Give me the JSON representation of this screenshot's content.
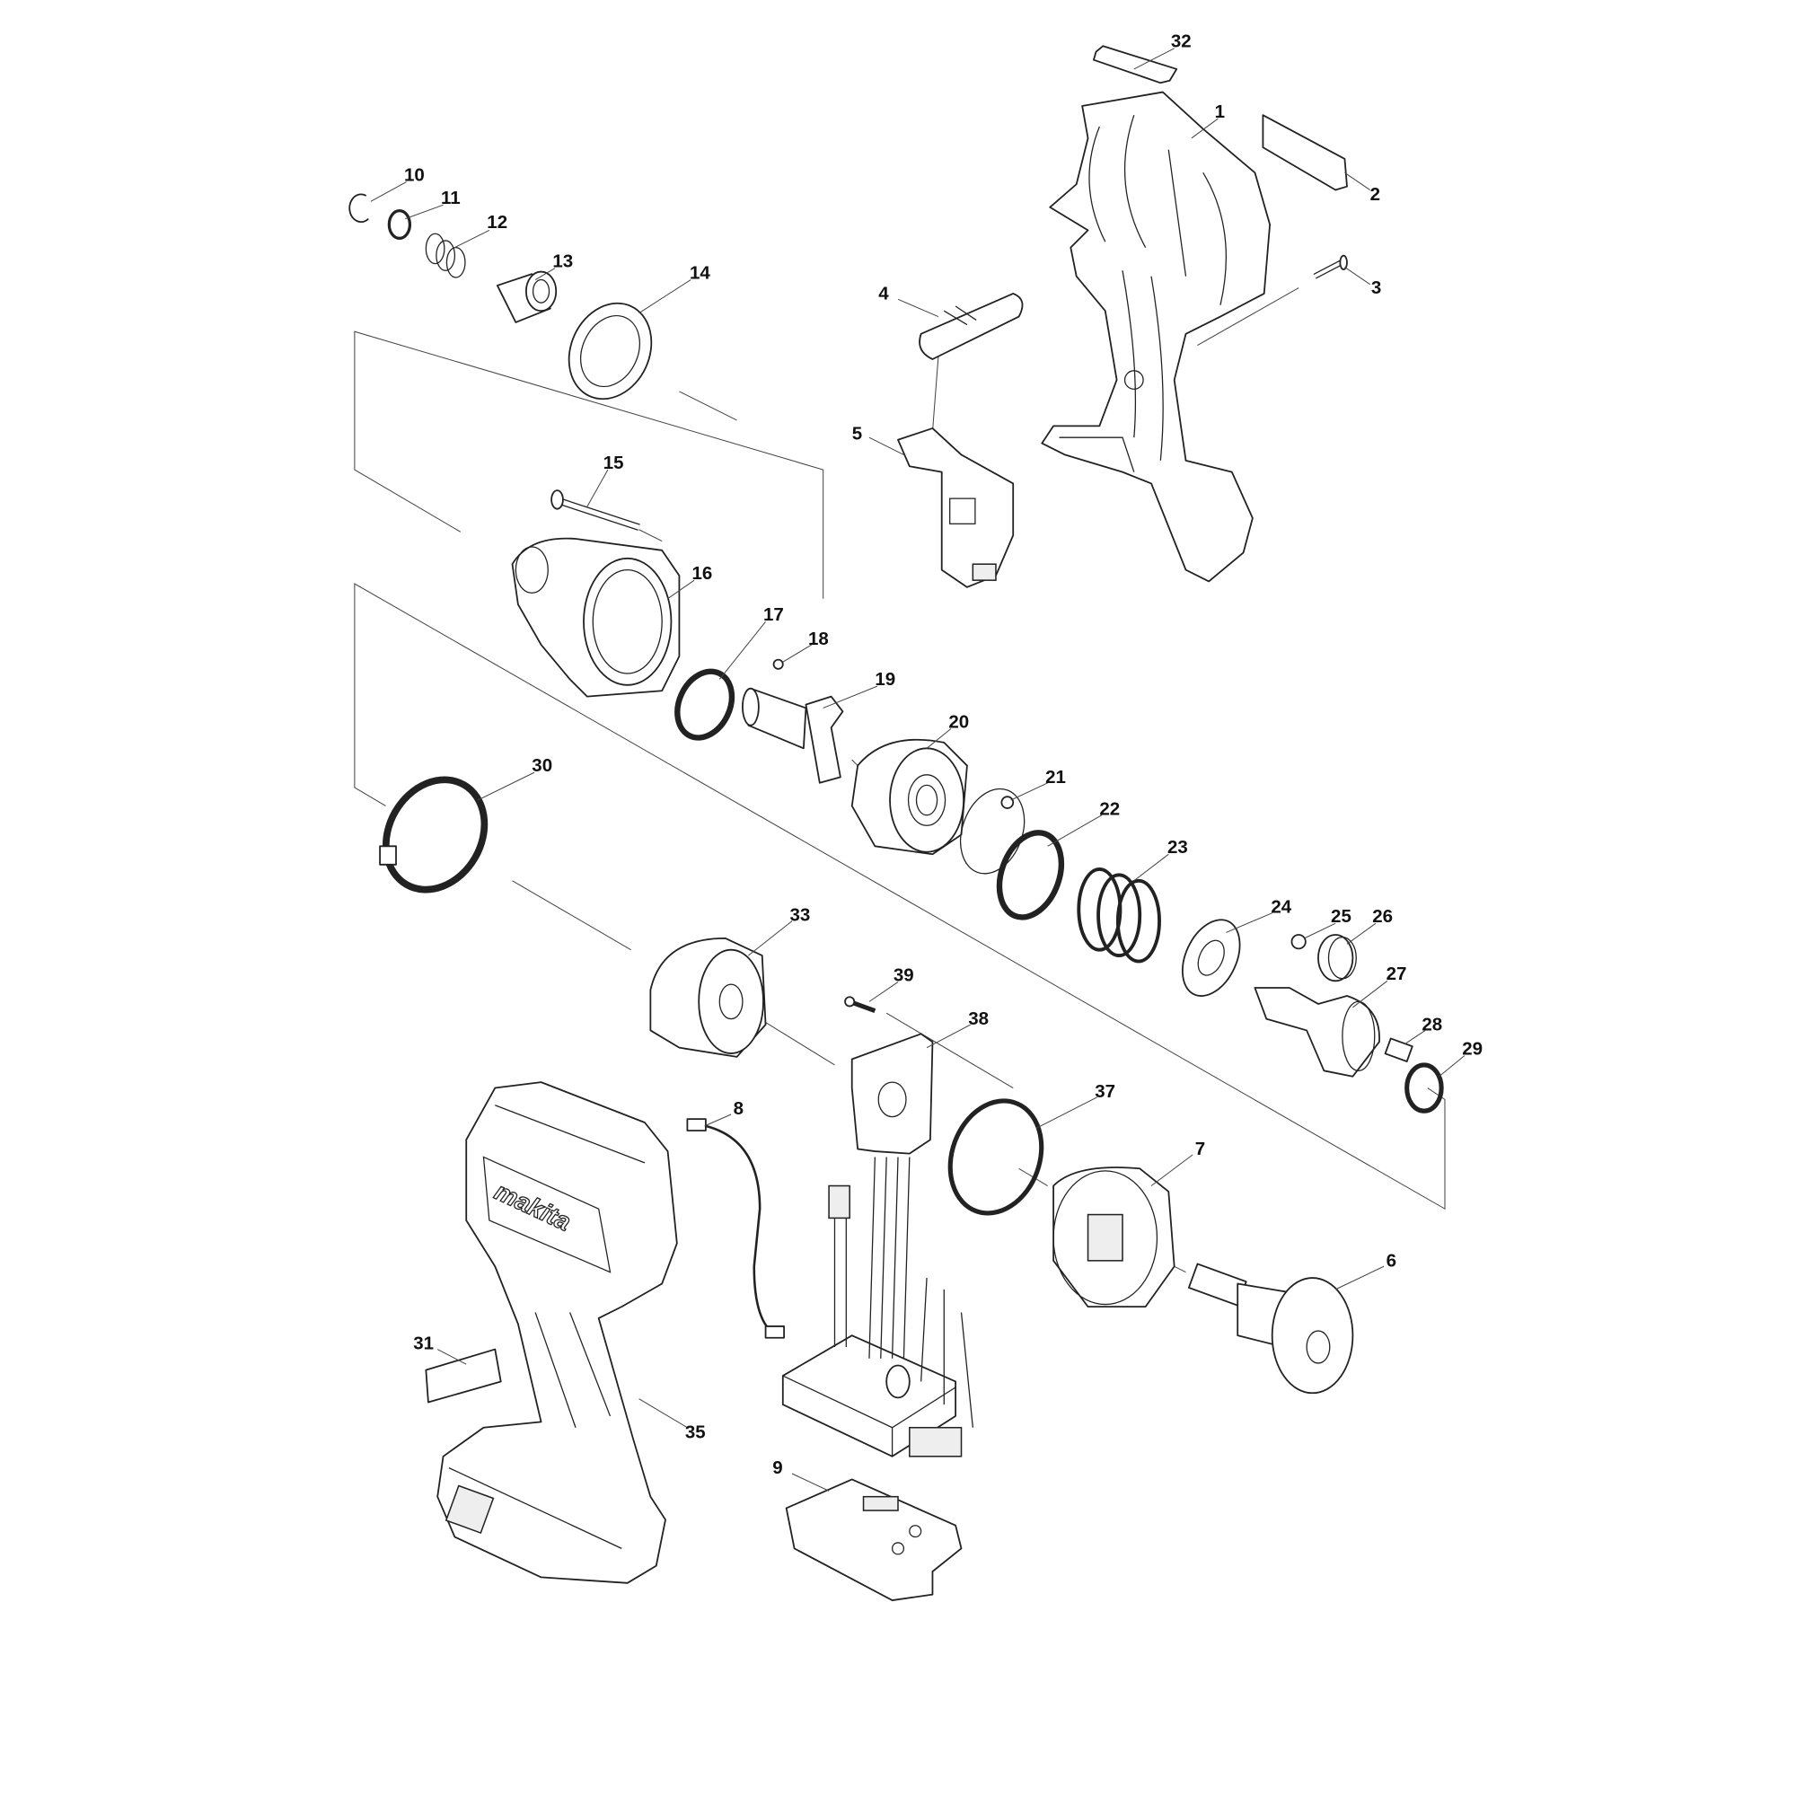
{
  "diagram": {
    "title": "Exploded parts view - cordless impact driver",
    "logo_text": "makita",
    "parts": [
      {
        "id": "32",
        "label": "32"
      },
      {
        "id": "1",
        "label": "1"
      },
      {
        "id": "2",
        "label": "2"
      },
      {
        "id": "3",
        "label": "3"
      },
      {
        "id": "4",
        "label": "4"
      },
      {
        "id": "5",
        "label": "5"
      },
      {
        "id": "10",
        "label": "10"
      },
      {
        "id": "11",
        "label": "11"
      },
      {
        "id": "12",
        "label": "12"
      },
      {
        "id": "13",
        "label": "13"
      },
      {
        "id": "14",
        "label": "14"
      },
      {
        "id": "15",
        "label": "15"
      },
      {
        "id": "16",
        "label": "16"
      },
      {
        "id": "17",
        "label": "17"
      },
      {
        "id": "18",
        "label": "18"
      },
      {
        "id": "19",
        "label": "19"
      },
      {
        "id": "20",
        "label": "20"
      },
      {
        "id": "21",
        "label": "21"
      },
      {
        "id": "22",
        "label": "22"
      },
      {
        "id": "23",
        "label": "23"
      },
      {
        "id": "30",
        "label": "30"
      },
      {
        "id": "33",
        "label": "33"
      },
      {
        "id": "24",
        "label": "24"
      },
      {
        "id": "25",
        "label": "25"
      },
      {
        "id": "26",
        "label": "26"
      },
      {
        "id": "27",
        "label": "27"
      },
      {
        "id": "39",
        "label": "39"
      },
      {
        "id": "38",
        "label": "38"
      },
      {
        "id": "28",
        "label": "28"
      },
      {
        "id": "29",
        "label": "29"
      },
      {
        "id": "8",
        "label": "8"
      },
      {
        "id": "37",
        "label": "37"
      },
      {
        "id": "7",
        "label": "7"
      },
      {
        "id": "6",
        "label": "6"
      },
      {
        "id": "31",
        "label": "31"
      },
      {
        "id": "35",
        "label": "35"
      },
      {
        "id": "9",
        "label": "9"
      }
    ]
  }
}
